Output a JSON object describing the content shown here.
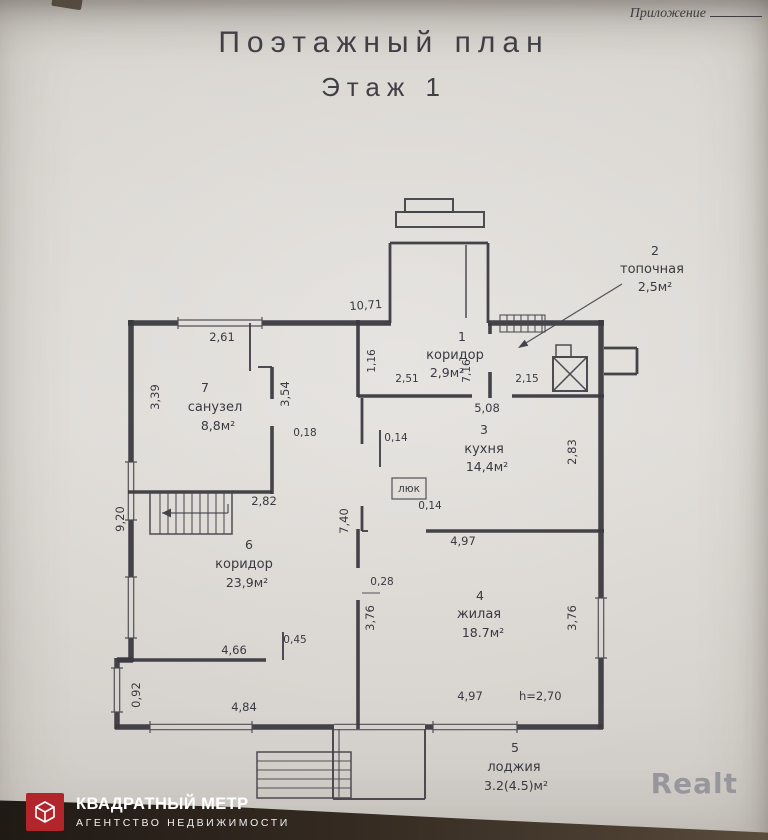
{
  "document": {
    "annex_label": "Приложение",
    "title": "Поэтажный план",
    "subtitle": "Этаж 1"
  },
  "plan": {
    "rooms": {
      "r1": {
        "num": "1",
        "name": "коридор",
        "area": "2,9м²"
      },
      "r2": {
        "num": "2",
        "name": "топочная",
        "area": "2,5м²"
      },
      "r3": {
        "num": "3",
        "name": "кухня",
        "area": "14,4м²"
      },
      "r4": {
        "num": "4",
        "name": "жилая",
        "area": "18.7м²"
      },
      "r5": {
        "num": "5",
        "name": "лоджия",
        "area": "3.2(4.5)м²"
      },
      "r6": {
        "num": "6",
        "name": "коридор",
        "area": "23,9м²"
      },
      "r7": {
        "num": "7",
        "name": "санузел",
        "area": "8,8м²"
      }
    },
    "dims": {
      "top_len": "10,71",
      "san_top": "2,61",
      "san_left": "3,39",
      "san_right": "3,54",
      "san_door": "0,18",
      "hall1_left": "1,16",
      "hall1_w1": "2,51",
      "hall1_mid": "7,16",
      "hall1_w2": "2,15",
      "kitchen_top": "5,08",
      "kitchen_right": "2,83",
      "kitchen_gap1": "0,14",
      "kitchen_gap2": "0,14",
      "kitchen_bottom": "4,97",
      "hall6_height": "7,40",
      "left_height": "9,20",
      "stairs_w": "2,82",
      "living_gap": "0,28",
      "living_left": "3,76",
      "living_right": "3,76",
      "vest_top": "4,66",
      "vest_door": "0,45",
      "vest_left": "0,92",
      "vest_bottom": "4,84",
      "living_bottom": "4,97",
      "ceiling": "h=2,70",
      "hatch": "люк"
    }
  },
  "watermark": {
    "realt": "Realt"
  },
  "footer": {
    "brand": "КВАДРАТНЫЙ МЕТР",
    "tagline": "АГЕНТСТВО НЕДВИЖИМОСТИ"
  }
}
